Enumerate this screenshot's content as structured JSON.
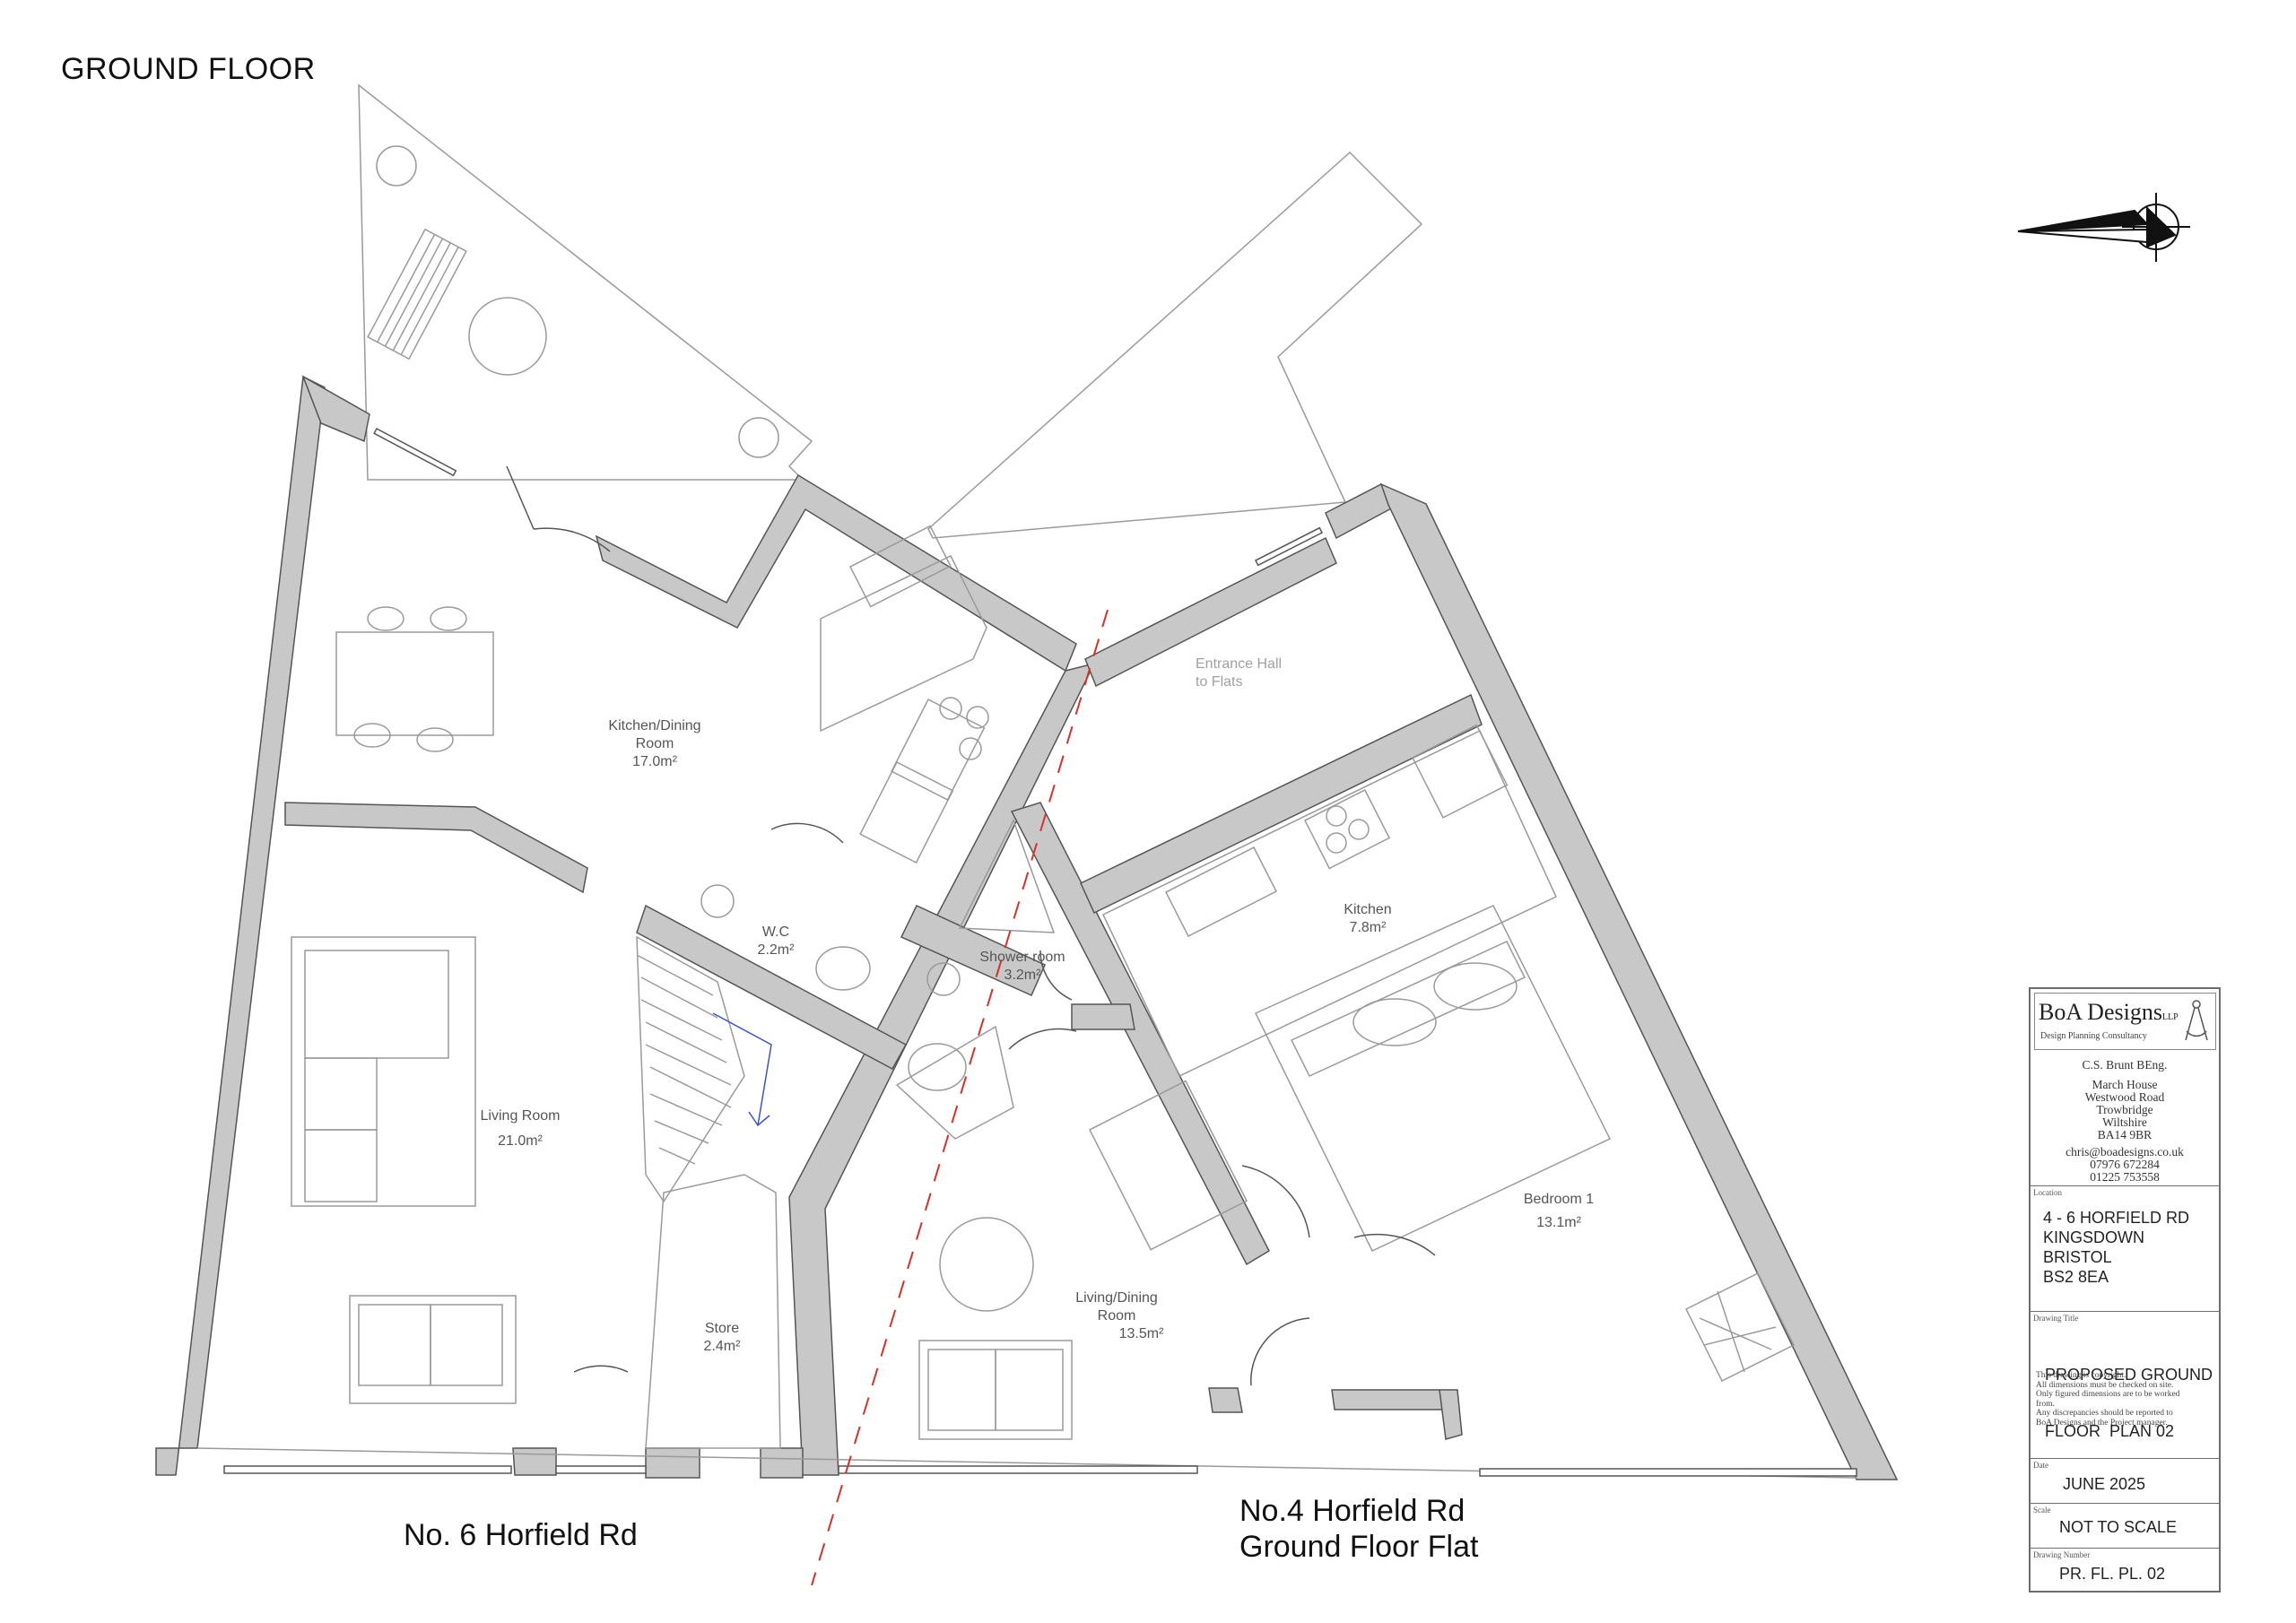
{
  "heading": "GROUND FLOOR",
  "rooms": {
    "kitchen_dining": {
      "name": "Kitchen/Dining Room",
      "area": "17.0m²"
    },
    "wc": {
      "name": "W.C",
      "area": "2.2m²"
    },
    "living_room": {
      "name": "Living Room",
      "area": "21.0m²"
    },
    "store": {
      "name": "Store",
      "area": "2.4m²"
    },
    "entrance_hall": {
      "name_line1": "Entrance Hall",
      "name_line2": "to Flats"
    },
    "kitchen": {
      "name": "Kitchen",
      "area": "7.8m²"
    },
    "shower_room": {
      "name": "Shower room",
      "area": "3.2m²"
    },
    "bedroom": {
      "name": "Bedroom 1",
      "area": "13.1m²"
    },
    "living_dining": {
      "name_line1": "Living/Dining",
      "name_line2": "Room",
      "area": "13.5m²"
    }
  },
  "streets": {
    "left": "No. 6 Horfield Rd",
    "right_line1": "No.4 Horfield Rd",
    "right_line2": "Ground Floor Flat"
  },
  "title_block": {
    "logo_name": "BoA Designs",
    "logo_suffix": "LLP",
    "logo_tagline": "Design Planning Consultancy",
    "designer": "C.S. Brunt BEng.",
    "address": [
      "March House",
      "Westwood Road",
      "Trowbridge",
      "Wiltshire",
      "BA14 9BR"
    ],
    "email": "chris@boadesigns.co.uk",
    "phone1": "07976 672284",
    "phone2": "01225 753558",
    "location_caption": "Location",
    "location": [
      "4 - 6 HORFIELD RD",
      "KINGSDOWN",
      "BRISTOL",
      "BS2 8EA"
    ],
    "drawing_title_caption": "Drawing Title",
    "drawing_title": [
      "PROPOSED GROUND",
      "FLOOR  PLAN 02"
    ],
    "notes": [
      "This drawing is copyright.",
      "All dimensions must be checked on site.",
      "Only figured dimensions are to be worked",
      "from.",
      "Any discrepancies should be reported to",
      "BoA Designs and the Project manager."
    ],
    "date_caption": "Date",
    "date": "JUNE 2025",
    "scale_caption": "Scale",
    "scale": "NOT TO SCALE",
    "drawing_number_caption": "Drawing Number",
    "drawing_number": "PR. FL. PL. 02"
  },
  "colors": {
    "wall_fill": "#c8c8c8",
    "wall_stroke": "#555555",
    "fixture_stroke": "#9a9a9a",
    "boundary_line": "#d9302c",
    "stair_arrow": "#3a55c8"
  }
}
